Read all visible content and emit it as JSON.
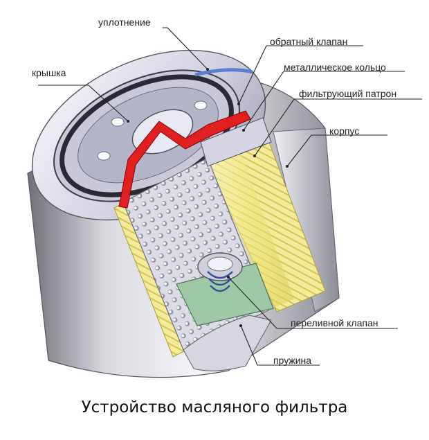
{
  "labels": {
    "seal": "уплотнение",
    "check_valve": "обратный клапан",
    "metal_ring": "металлическое кольцо",
    "cap": "крышка",
    "filter_cartridge": "фильтрующий патрон",
    "housing": "корпус",
    "bypass_valve": "переливной клапан",
    "spring": "пружина"
  },
  "caption": "Устройство масляного фильтра",
  "colors": {
    "housing": "#b8b8c2",
    "filter_media": "#f2ea9a",
    "perforated_tube": "#d7d7df",
    "seal": "#e02020",
    "seal_ring_blue": "#5a7fd0",
    "leader_line": "#222222"
  }
}
